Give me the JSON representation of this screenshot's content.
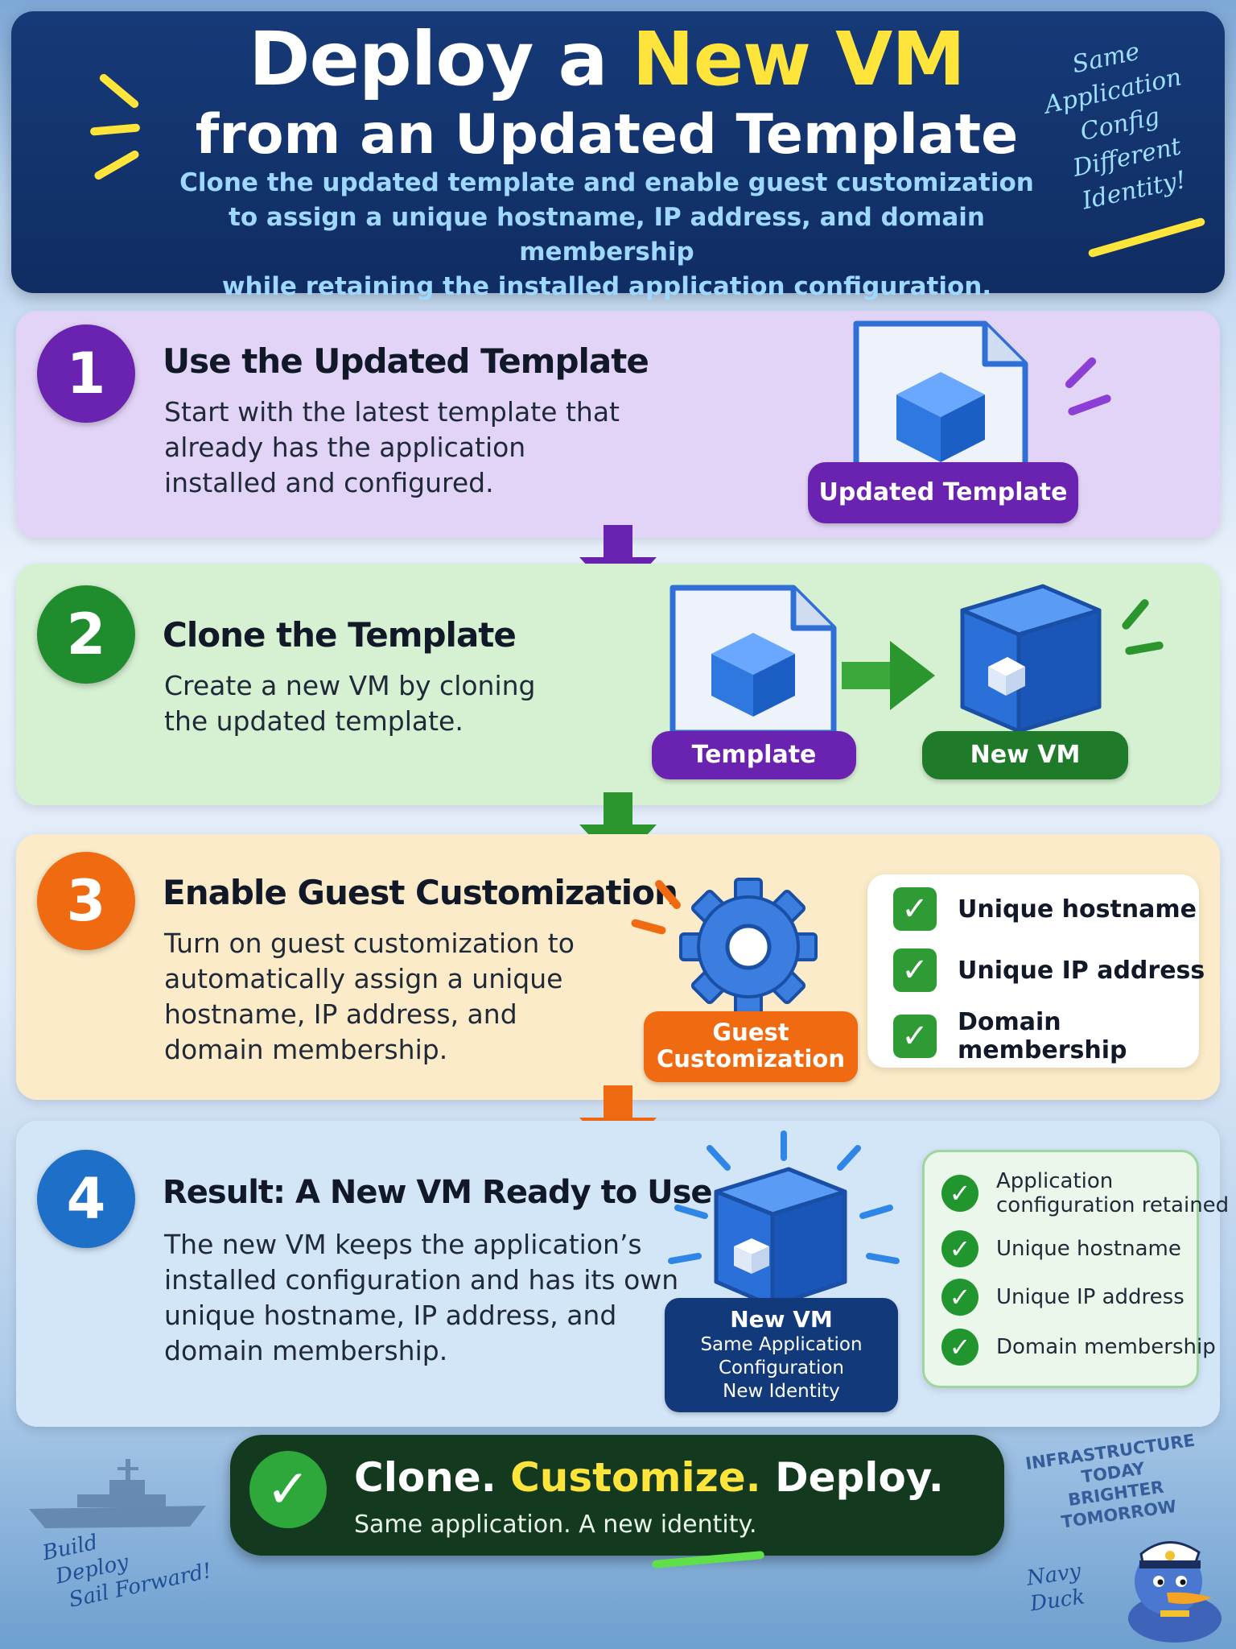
{
  "header": {
    "title_part1": "Deploy a ",
    "title_highlight": "New VM",
    "title_line2": "from an Updated Template",
    "subtitle_line1": "Clone the updated template and enable guest customization",
    "subtitle_line2": "to assign a unique hostname, IP address, and domain membership",
    "subtitle_line3": "while retaining the installed application configuration.",
    "note_lines": [
      "Same",
      "Application",
      "Config",
      "Different",
      "Identity!"
    ]
  },
  "steps": [
    {
      "number": "1",
      "title": "Use the Updated Template",
      "body_lines": [
        "Start with the latest template that",
        "already has the application",
        "installed and configured."
      ],
      "tag": "Updated Template"
    },
    {
      "number": "2",
      "title": "Clone the Template",
      "body_lines": [
        "Create a new VM by cloning",
        "the updated template."
      ],
      "tag_left": "Template",
      "tag_right": "New VM"
    },
    {
      "number": "3",
      "title": "Enable Guest Customization",
      "body_lines": [
        "Turn on guest customization to",
        "automatically assign a unique",
        "hostname, IP address, and",
        "domain membership."
      ],
      "tag_line1": "Guest",
      "tag_line2": "Customization",
      "checklist": [
        "Unique hostname",
        "Unique IP address",
        "Domain membership"
      ]
    },
    {
      "number": "4",
      "title": "Result: A New VM Ready to Use",
      "body_lines": [
        "The new VM keeps the application’s",
        "installed configuration and has its own",
        "unique hostname, IP address, and",
        "domain membership."
      ],
      "vm_label": "New VM",
      "vm_lines": [
        "Same Application",
        "Configuration",
        "New Identity"
      ],
      "checklist_line1": "Application",
      "checklist_line1b": "configuration retained",
      "checklist": [
        "Unique hostname",
        "Unique IP address",
        "Domain membership"
      ]
    }
  ],
  "banner": {
    "word1": "Clone.",
    "word2": "Customize.",
    "word3": "Deploy.",
    "subtitle": "Same application. A new identity."
  },
  "footer": {
    "left_note": [
      "Build",
      "Deploy",
      "Sail Forward!"
    ],
    "right_note": [
      "INFRASTRUCTURE",
      "TODAY",
      "BRIGHTER",
      "TOMORROW"
    ],
    "mascot_note": [
      "Navy",
      "Duck"
    ]
  },
  "colors": {
    "header_bg": "#102d63",
    "highlight": "#ffe53b",
    "step1": "#6a22b0",
    "step2": "#1f8c2e",
    "step3": "#f06a12",
    "step4": "#1e6fc7"
  },
  "icons": [
    "cube-icon",
    "document-icon",
    "gear-icon",
    "checkmark-icon",
    "arrow-down-icon",
    "arrow-right-icon",
    "ship-icon",
    "duck-mascot-icon"
  ]
}
